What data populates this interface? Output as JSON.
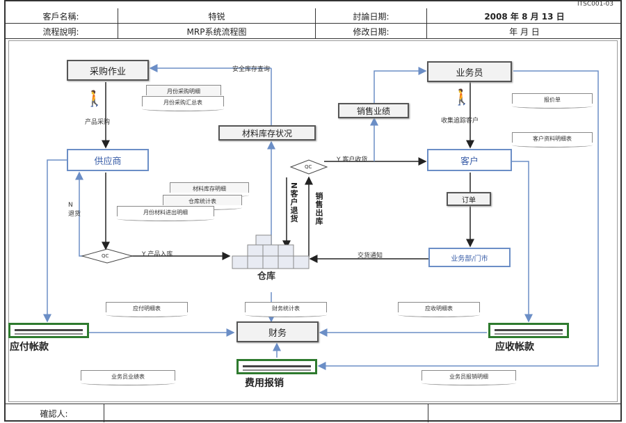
{
  "header": {
    "doc_code": "ITSC001-03",
    "row1": {
      "label1": "客戶名稱:",
      "value1": "特锐",
      "label2": "討論日期:",
      "value2": "2008 年 8 月 13 日"
    },
    "row2": {
      "label1": "流程說明:",
      "value1": "MRP系统流程图",
      "label2": "修改日期:",
      "value2": "年 月 日"
    }
  },
  "diagram": {
    "nodes": {
      "purchasing": "采购作业",
      "supplier": "供应商",
      "salesperson": "业务员",
      "customer": "客户",
      "sales_performance": "销售业绩",
      "material_stock": "材料库存状况",
      "order": "订单",
      "sales_dept": "业务部/门市",
      "warehouse": "仓库",
      "finance": "财务",
      "qc1": "QC",
      "qc2": "QC"
    },
    "labels": {
      "safety_stock": "安全库存查询",
      "product_purchase": "产品采购",
      "y_product_in": "Y  产品入库",
      "n_return": "N\n退货",
      "y_customer_receipt": "Y  客户收货",
      "n_customer_return": "N客户退货",
      "sales_out": "销售出库",
      "delivery_notice": "交货通知",
      "collect_customer": "收集追踪客户"
    },
    "documents": {
      "doc_monthly_purchase_detail": "月份采购明细",
      "doc_monthly_purchase_summary": "月份采购汇总表",
      "doc_material_stock_detail": "材料库存明细",
      "doc_warehouse_stats": "仓库统计表",
      "doc_monthly_material_detail": "月份材料进出明细",
      "doc_payable_detail": "应付明细表",
      "doc_finance_stats": "财务统计表",
      "doc_receivable_detail": "应收明细表",
      "doc_quote": "报价单",
      "doc_customer_info": "客户资料明细表",
      "doc_sales_expense": "业务员业绩表",
      "doc_sales_report": "业务员报销明细"
    },
    "ledgers": {
      "payable": "应付帐款",
      "receivable": "应收帐款",
      "expense": "费用报销"
    }
  },
  "footer": {
    "confirm_label": "確認人:"
  },
  "colors": {
    "blue_line": "#6b8ec6",
    "black_line": "#222222",
    "ledger_green": "#2e7a2e"
  }
}
